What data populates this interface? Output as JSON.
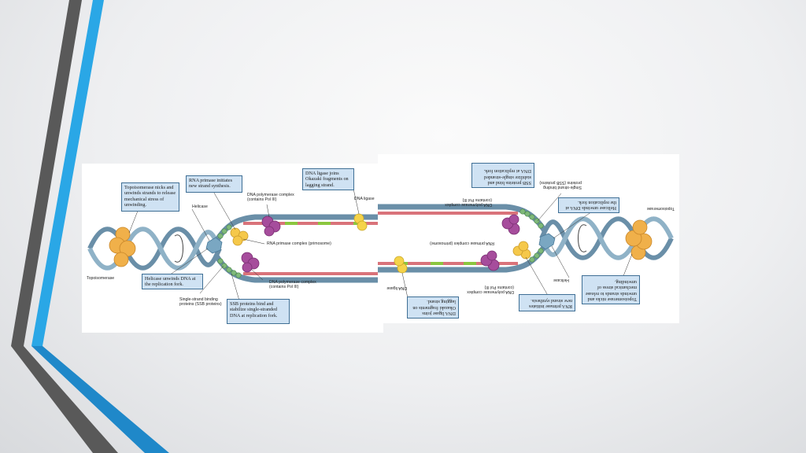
{
  "slide": {
    "left_panel": {
      "callouts": {
        "topoisomerase": "Topoisomerase nicks and unwinds strands to release mechanical stress of unwinding.",
        "rna_primase": "RNA primase initiates new strand synthesis.",
        "dna_ligase": "DNA ligase joins Okazaki fragments on lagging strand.",
        "helicase": "Helicase unwinds DNA at the replication fork.",
        "ssb": "SSB proteins bind and stabilize single-stranded DNA at replication fork."
      },
      "labels": {
        "helicase": "Helicase",
        "dna_pol_top": "DNA polymerase complex (contains Pol III)",
        "dna_ligase": "DNA ligase",
        "primosome": "RNA primase complex (primosome)",
        "topoisomerase": "Topoisomerase",
        "dna_pol_bottom": "DNA polymerase complex (contains Pol III)",
        "ssb": "Single-strand binding proteins (SSB proteins)"
      }
    },
    "right_panel_note": "",
    "colors": {
      "strand": "#6a8fa8",
      "new_strand": "#d9737a",
      "primer": "#8cc63f",
      "topoisomerase": "#f0b04a",
      "polymerase": "#a64d9c",
      "ligase": "#f5d34a",
      "ssb": "#7fb97a",
      "accent_blue": "#2aa7e6",
      "accent_gray": "#5a5a5a"
    }
  }
}
